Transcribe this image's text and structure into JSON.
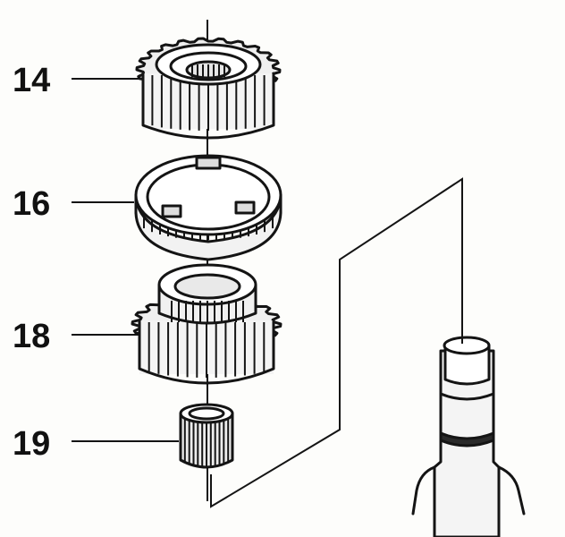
{
  "diagram": {
    "callouts": [
      {
        "label": "14",
        "part": "gear"
      },
      {
        "label": "16",
        "part": "synchronizer-ring"
      },
      {
        "label": "18",
        "part": "gear"
      },
      {
        "label": "19",
        "part": "needle-bearing"
      }
    ],
    "colors": {
      "ink": "#141414",
      "paper": "#fdfdfb"
    }
  }
}
